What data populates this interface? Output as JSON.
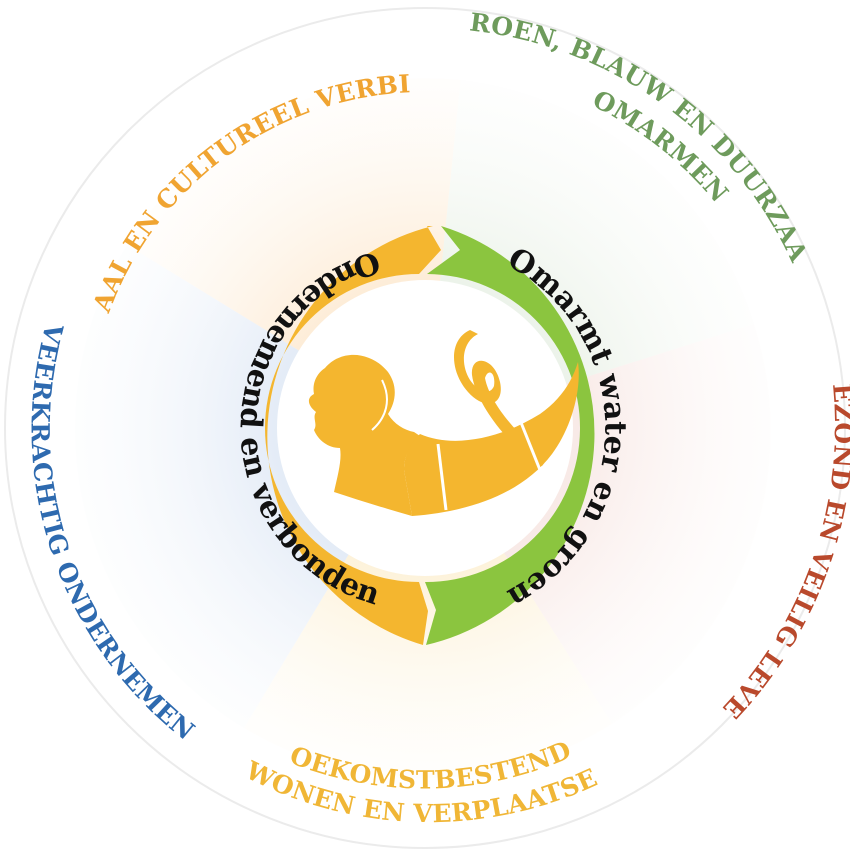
{
  "outer_segments": [
    {
      "id": "sociaal",
      "text": "SOCIAAL EN CULTUREEL VERBINDEN",
      "color": "#F0A431"
    },
    {
      "id": "groen",
      "line1": "GROEN, BLAUW EN DUURZAAM",
      "line2": "OMARMEN",
      "color": "#6E9B5C"
    },
    {
      "id": "gezond",
      "text": "GEZOND EN VEILIG LEVEN",
      "color": "#B9492C"
    },
    {
      "id": "toekomst",
      "line1": "TOEKOMSTBESTENDIG",
      "line2": "WONEN EN VERPLAATSEN",
      "color": "#F0B636"
    },
    {
      "id": "veerkrachtig",
      "text": "VEERKRACHTIG ONDERNEMEN",
      "color": "#2E6AAF"
    }
  ],
  "inner_ring": {
    "left_label": "Ondernemend en verbonden",
    "right_label": "Omarmt water en groen",
    "left_color": "#F4B62F",
    "right_color": "#8BC53F"
  },
  "logo": {
    "icon": "woman-horn-ribbon-icon",
    "color": "#F4B62F"
  }
}
